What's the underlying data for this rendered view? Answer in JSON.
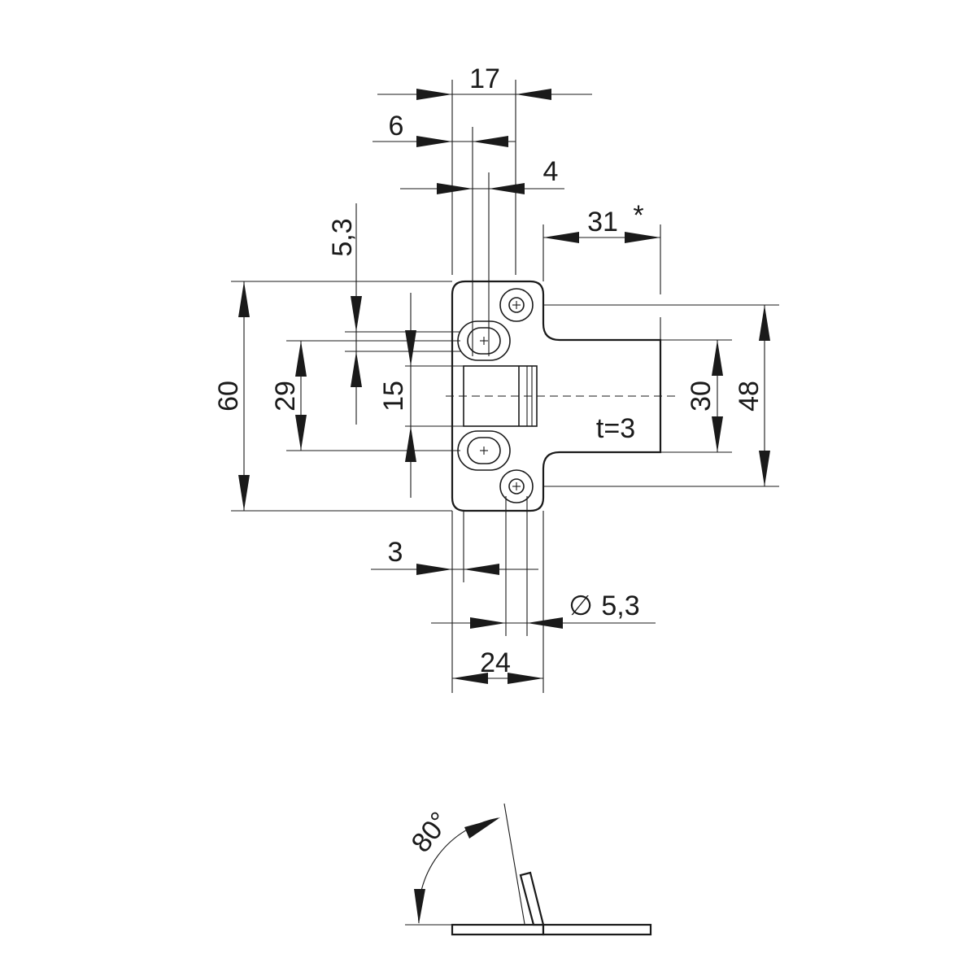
{
  "dimensions": {
    "width_17": "17",
    "width_6": "6",
    "width_4": "4",
    "width_31": "31",
    "width_31_note": "*",
    "dia_5_3_vertical": "5,3",
    "height_60": "60",
    "height_29": "29",
    "height_15": "15",
    "height_30": "30",
    "height_48": "48",
    "thickness": "t=3",
    "offset_3": "3",
    "hole_dia": "5,3",
    "hole_dia_symbol": "∅",
    "width_24": "24",
    "angle": "80°"
  },
  "colors": {
    "line": "#1a1a1a",
    "background": "#ffffff"
  }
}
